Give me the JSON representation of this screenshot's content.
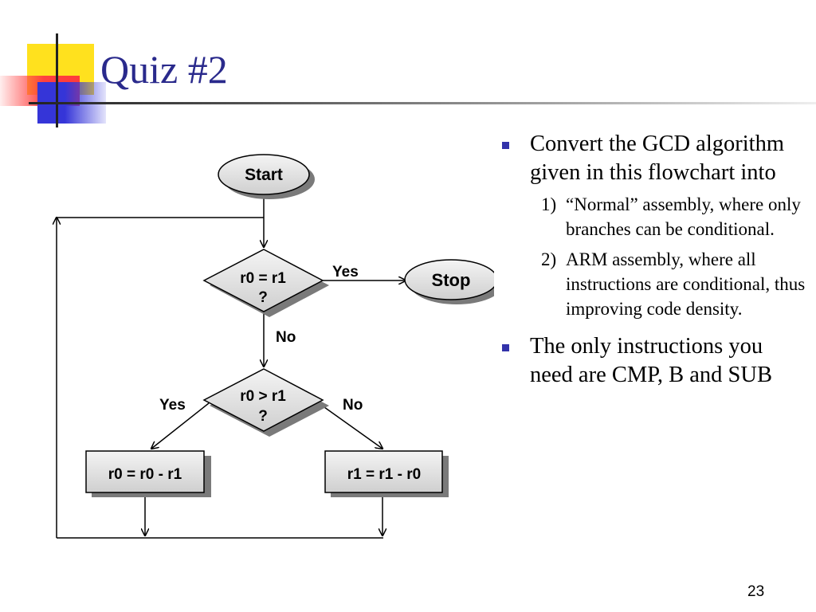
{
  "slide": {
    "title": "Quiz #2",
    "page_number": "23"
  },
  "flowchart": {
    "start": "Start",
    "decision1_line1": "r0 = r1",
    "decision1_line2": "?",
    "decision1_yes": "Yes",
    "decision1_no": "No",
    "stop": "Stop",
    "decision2_line1": "r0 > r1",
    "decision2_line2": "?",
    "decision2_yes": "Yes",
    "decision2_no": "No",
    "process_left": "r0 = r0 - r1",
    "process_right": "r1 = r1 - r0"
  },
  "bullets": [
    {
      "text": "Convert the GCD algorithm given in this flowchart into",
      "subitems": [
        {
          "num": "1)",
          "text": "“Normal” assembly, where only branches can be conditional."
        },
        {
          "num": "2)",
          "text": "ARM assembly, where all instructions are conditional, thus improving code density."
        }
      ]
    },
    {
      "text": "The only instructions you need are CMP, B and SUB"
    }
  ],
  "colors": {
    "title": "#2a2a8c",
    "bullet_marker": "#3333aa",
    "shape_fill": "#dcdcdc",
    "shadow": "#7a7a7a"
  }
}
